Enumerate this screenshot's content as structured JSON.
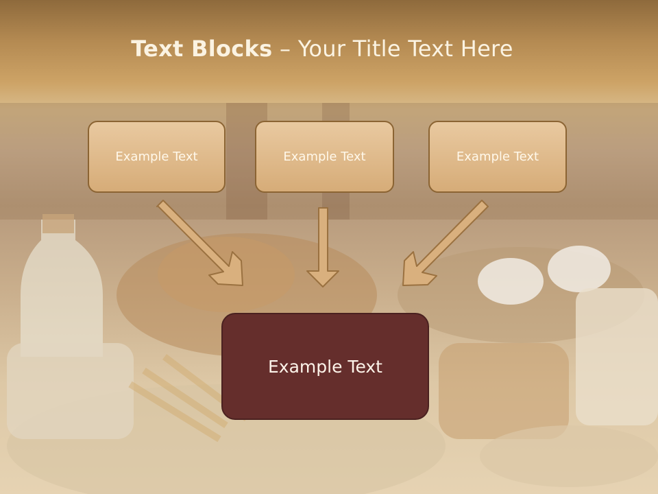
{
  "slide": {
    "title_bold": "Text Blocks",
    "title_dash": "–",
    "title_rest": "Your Title Text Here"
  },
  "blocks": {
    "top": [
      {
        "label": "Example Text"
      },
      {
        "label": "Example Text"
      },
      {
        "label": "Example Text"
      }
    ],
    "main": {
      "label": "Example Text"
    }
  },
  "colors": {
    "header_band": "#b48a52",
    "top_box_fill": "#dcb27f",
    "top_box_border": "#8b6433",
    "main_box_fill": "#652e2c",
    "arrow_fill": "#d9b07e",
    "arrow_stroke": "#9a7140"
  }
}
